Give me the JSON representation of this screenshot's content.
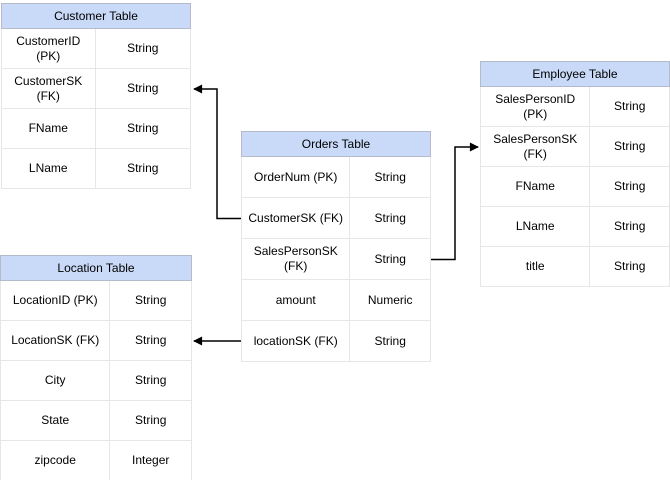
{
  "diagram": {
    "tables": {
      "customer": {
        "title": "Customer Table",
        "rows": [
          {
            "field": "CustomerID (PK)",
            "type": "String"
          },
          {
            "field": "CustomerSK (FK)",
            "type": "String"
          },
          {
            "field": "FName",
            "type": "String"
          },
          {
            "field": "LName",
            "type": "String"
          }
        ]
      },
      "orders": {
        "title": "Orders Table",
        "rows": [
          {
            "field": "OrderNum (PK)",
            "type": "String"
          },
          {
            "field": "CustomerSK (FK)",
            "type": "String"
          },
          {
            "field": "SalesPersonSK (FK)",
            "type": "String"
          },
          {
            "field": "amount",
            "type": "Numeric"
          },
          {
            "field": "locationSK (FK)",
            "type": "String"
          }
        ]
      },
      "employee": {
        "title": "Employee Table",
        "rows": [
          {
            "field": "SalesPersonID (PK)",
            "type": "String"
          },
          {
            "field": "SalesPersonSK (FK)",
            "type": "String"
          },
          {
            "field": "FName",
            "type": "String"
          },
          {
            "field": "LName",
            "type": "String"
          },
          {
            "field": "title",
            "type": "String"
          }
        ]
      },
      "location": {
        "title": "Location Table",
        "rows": [
          {
            "field": "LocationID (PK)",
            "type": "String"
          },
          {
            "field": "LocationSK (FK)",
            "type": "String"
          },
          {
            "field": "City",
            "type": "String"
          },
          {
            "field": "State",
            "type": "String"
          },
          {
            "field": "zipcode",
            "type": "Integer"
          }
        ]
      }
    },
    "relationships": [
      {
        "from": "Orders Table.CustomerSK (FK)",
        "to": "Customer Table.CustomerSK (FK)"
      },
      {
        "from": "Orders Table.SalesPersonSK (FK)",
        "to": "Employee Table.SalesPersonSK (FK)"
      },
      {
        "from": "Orders Table.locationSK (FK)",
        "to": "Location Table.LocationSK (FK)"
      }
    ],
    "colors": {
      "header_fill": "#C9DAF8",
      "header_border": "#B4BAC9",
      "cell_border": "#E6E6E6",
      "connector": "#000000",
      "background": "#FFFFFF",
      "text": "#000000"
    }
  }
}
